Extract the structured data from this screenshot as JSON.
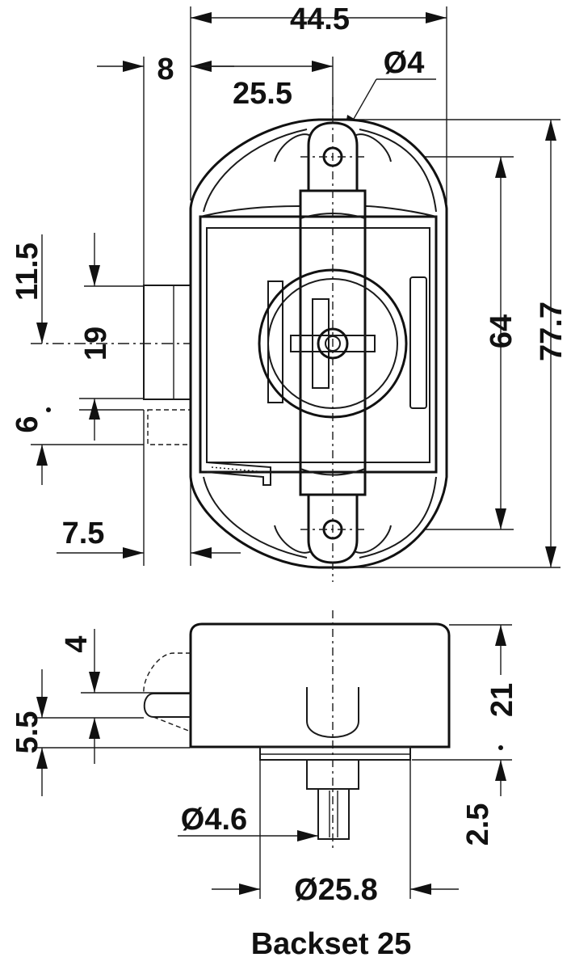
{
  "dimensions": {
    "overall_width": "44.5",
    "offset_8": "8",
    "center_offset": "25.5",
    "hole_diameter": "Ø4",
    "overall_height": "77.7",
    "hole_spacing": "64",
    "bolt_top": "11.5",
    "bolt_height": "19",
    "bolt_gap": "6",
    "bolt_projection": "7.5",
    "side_bolt_height": "4",
    "side_bolt_offset": "5.5",
    "body_depth": "21",
    "flange_depth": "2.5",
    "spindle_diameter": "Ø4.6",
    "rosette_diameter": "Ø25.8"
  },
  "caption": "Backset 25"
}
